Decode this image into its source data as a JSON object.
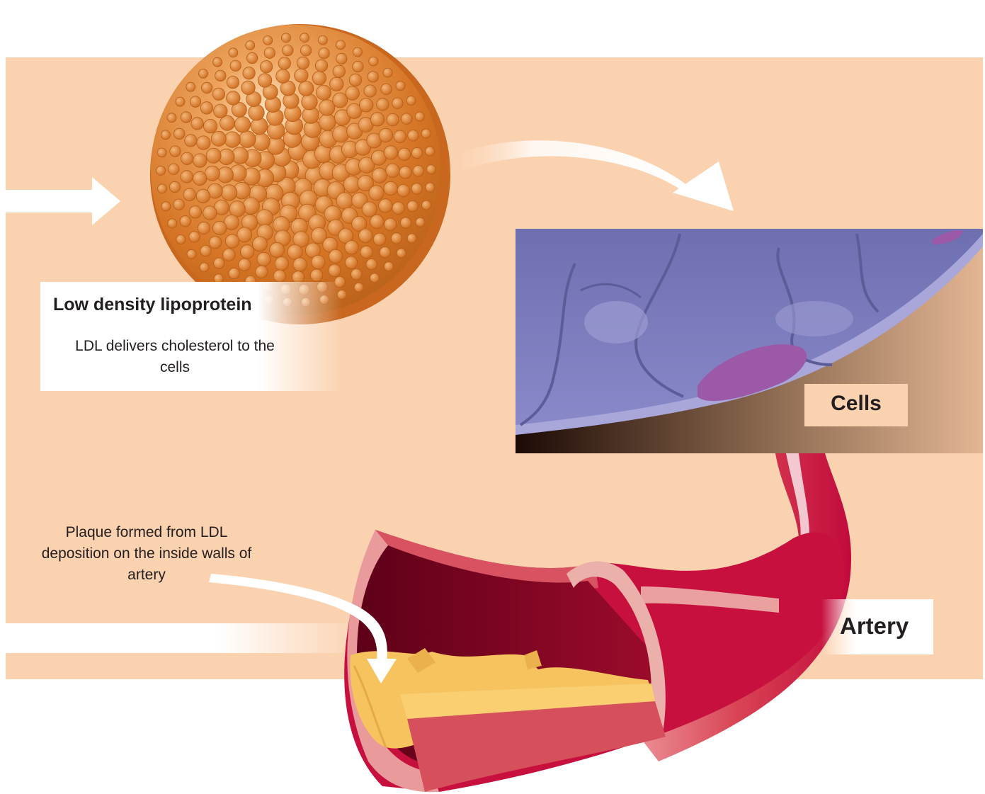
{
  "labels": {
    "ldl_title": "Low density lipoprotein",
    "ldl_description": "LDL delivers cholesterol to the cells",
    "cells": "Cells",
    "artery": "Artery",
    "plaque_caption": "Plaque formed from LDL deposition on the inside walls of artery"
  },
  "colors": {
    "background_panel": "#fbd2b0",
    "ldl_particle": "#d97a2b",
    "cell_membrane": "#7b7cba",
    "cell_nucleus": "#9b59a8",
    "artery_wall": "#c8103f",
    "artery_lumen": "#7a0020",
    "plaque": "#f7c35f"
  },
  "icons": [
    "white-arrow-right",
    "curved-arrow-to-cells",
    "curved-arrow-to-plaque"
  ]
}
